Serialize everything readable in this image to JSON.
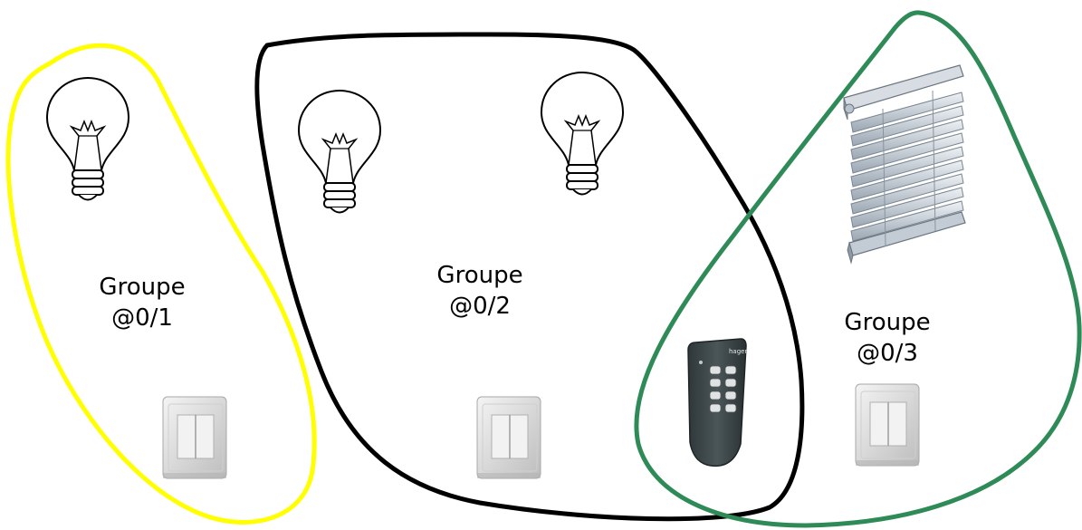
{
  "groups": [
    {
      "title": "Groupe",
      "address": "@0/1",
      "color": "#ffff00"
    },
    {
      "title": "Groupe",
      "address": "@0/2",
      "color": "#000000"
    },
    {
      "title": "Groupe",
      "address": "@0/3",
      "color": "#2e8b57"
    }
  ],
  "devices": {
    "bulb_icon": "light-bulb-icon",
    "switch_icon": "wall-switch-icon",
    "remote_icon": "remote-control-icon",
    "remote_brand": "hager",
    "blind_icon": "venetian-blind-icon"
  },
  "colors": {
    "background": "#ffffff",
    "switch_face": "#e6e6e6",
    "remote_body": "#3f4a4c",
    "blind_slat": "#c9d2dc"
  }
}
